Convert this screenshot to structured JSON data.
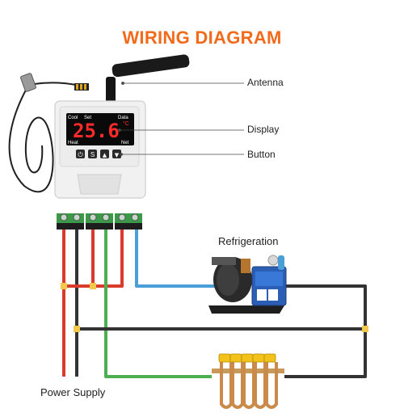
{
  "title": "WIRING DIAGRAM",
  "callouts": {
    "antenna": "Antenna",
    "display": "Display",
    "button": "Button"
  },
  "labels": {
    "refrigeration": "Refrigeration",
    "power_supply": "Power Supply"
  },
  "device": {
    "display_value": "25.6",
    "unit": "°C",
    "indicators": {
      "cool": "Cool",
      "set": "Set",
      "data": "Data",
      "heat": "Heat",
      "net": "Net"
    },
    "buttons": [
      "⏻",
      "S",
      "▲",
      "▼"
    ]
  },
  "colors": {
    "title": "#f26a1b",
    "display_digits": "#ff2a2a",
    "wire_red": "#d93a2b",
    "wire_black": "#333333",
    "wire_green": "#4caf50",
    "wire_blue": "#4a9fd8",
    "terminal_green": "#3a9a4a",
    "junction": "#f2c94c"
  }
}
